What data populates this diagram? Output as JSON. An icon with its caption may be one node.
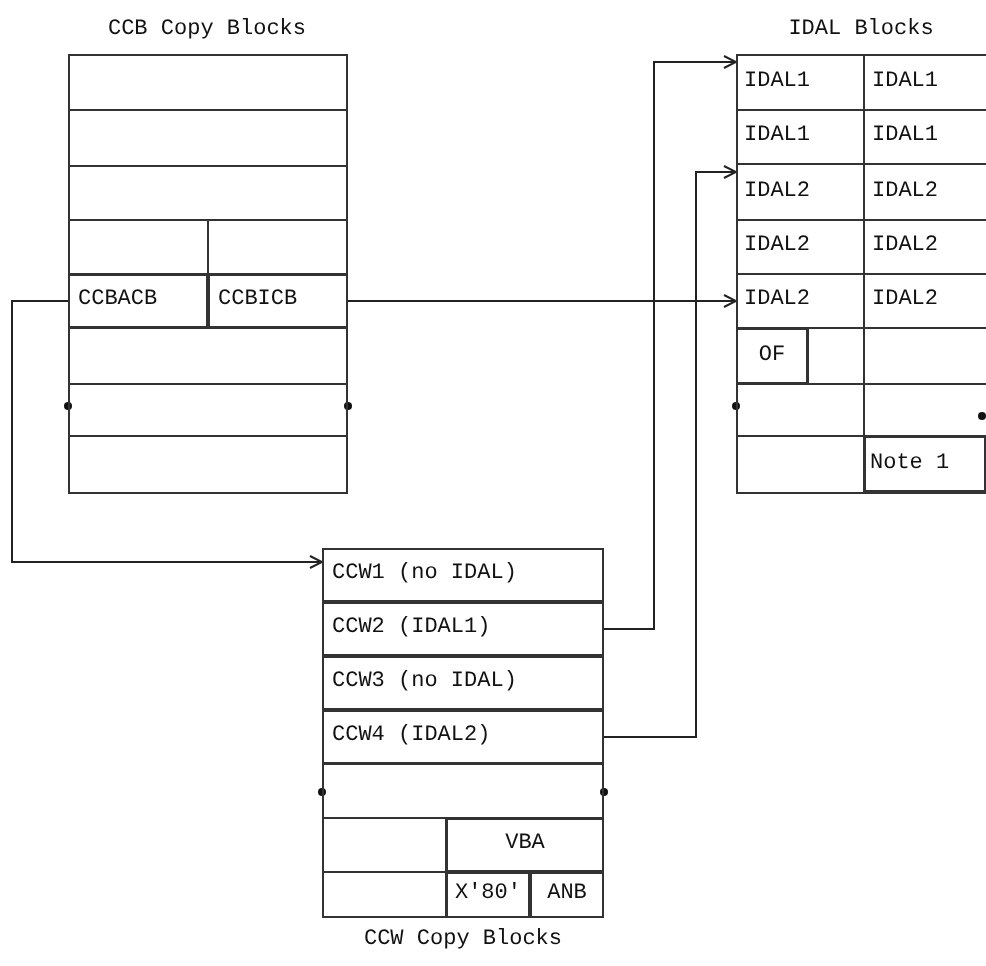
{
  "diagram": {
    "nodes": [
      {
        "text": [
          "CCB Copy Blocks"
        ]
      },
      {
        "text": [
          "CCBACB"
        ],
        "in": 0
      },
      {
        "text": [
          "CCBICB"
        ],
        "in": 0
      },
      {
        "text": [
          "IDAL Blocks"
        ]
      },
      {
        "text": [
          "IDAL1",
          "IDAL1"
        ],
        "in": 3
      },
      {
        "text": [
          "IDAL1",
          "IDAL1"
        ],
        "in": 3
      },
      {
        "text": [
          "IDAL2",
          "IDAL2"
        ],
        "in": 3
      },
      {
        "text": [
          "IDAL2",
          "IDAL2"
        ],
        "in": 3
      },
      {
        "text": [
          "IDAL2",
          "IDAL2"
        ],
        "in": 3
      },
      {
        "text": [
          "OF"
        ],
        "in": 3
      },
      {
        "text": [
          "Note 1"
        ],
        "in": 3
      },
      {
        "text": [
          "CCW Copy Blocks"
        ]
      },
      {
        "text": [
          "CCW1 (no IDAL)"
        ],
        "in": 11
      },
      {
        "text": [
          "CCW2 (IDAL1)"
        ],
        "in": 11
      },
      {
        "text": [
          "CCW3 (no IDAL)"
        ],
        "in": 11
      },
      {
        "text": [
          "CCW4 (IDAL2)"
        ],
        "in": 11
      },
      {
        "text": [
          "VBA"
        ],
        "in": 11
      },
      {
        "text": [
          "X'80'"
        ],
        "in": 11
      },
      {
        "text": [
          "ANB"
        ],
        "in": 11
      }
    ],
    "edges": [
      {
        "from": 1,
        "to": 12,
        "arrow": "to"
      },
      {
        "from": 2,
        "to": 3,
        "arrow": "to"
      },
      {
        "from": 13,
        "to": 4,
        "arrow": "to"
      },
      {
        "from": 15,
        "to": 6,
        "arrow": "to"
      }
    ]
  }
}
